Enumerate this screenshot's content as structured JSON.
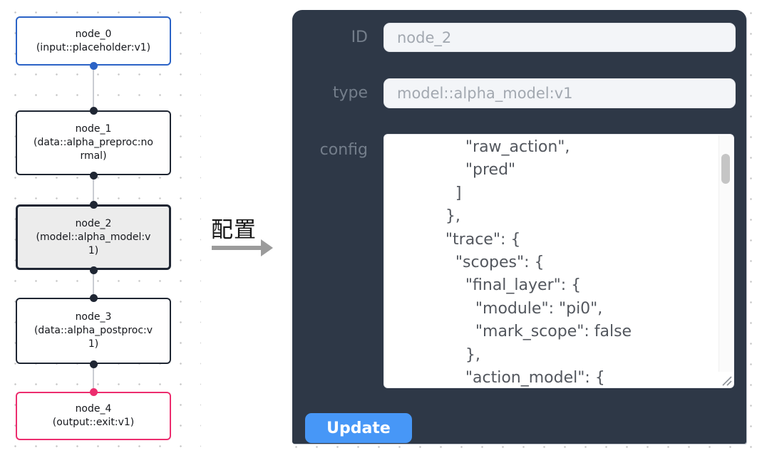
{
  "canvas": {
    "nodes": [
      {
        "title": "node_0",
        "subtitle": "(input::placeholder:v1)",
        "accent": "#2b63c6",
        "selected": false
      },
      {
        "title": "node_1",
        "subtitle": "(data::alpha_preproc:normal)",
        "accent": "#1f2633",
        "selected": false
      },
      {
        "title": "node_2",
        "subtitle": "(model::alpha_model:v1)",
        "accent": "#1f2633",
        "selected": true
      },
      {
        "title": "node_3",
        "subtitle": "(data::alpha_postproc:v1)",
        "accent": "#1f2633",
        "selected": false
      },
      {
        "title": "node_4",
        "subtitle": "(output::exit:v1)",
        "accent": "#ec2d6e",
        "selected": false
      }
    ]
  },
  "transfer": {
    "label": "配置"
  },
  "panel": {
    "bg": "#2e3847",
    "fields": {
      "id": {
        "label": "ID",
        "value": "node_2"
      },
      "type": {
        "label": "type",
        "value": "model::alpha_model:v1"
      },
      "config": {
        "label": "config",
        "value": "              \"raw_action\",\n              \"pred\"\n            ]\n          },\n          \"trace\": {\n            \"scopes\": {\n              \"final_layer\": {\n                \"module\": \"pi0\",\n                \"mark_scope\": false\n              },\n              \"action_model\": {"
      }
    },
    "update": {
      "label": "Update",
      "color": "#4797f7"
    }
  }
}
